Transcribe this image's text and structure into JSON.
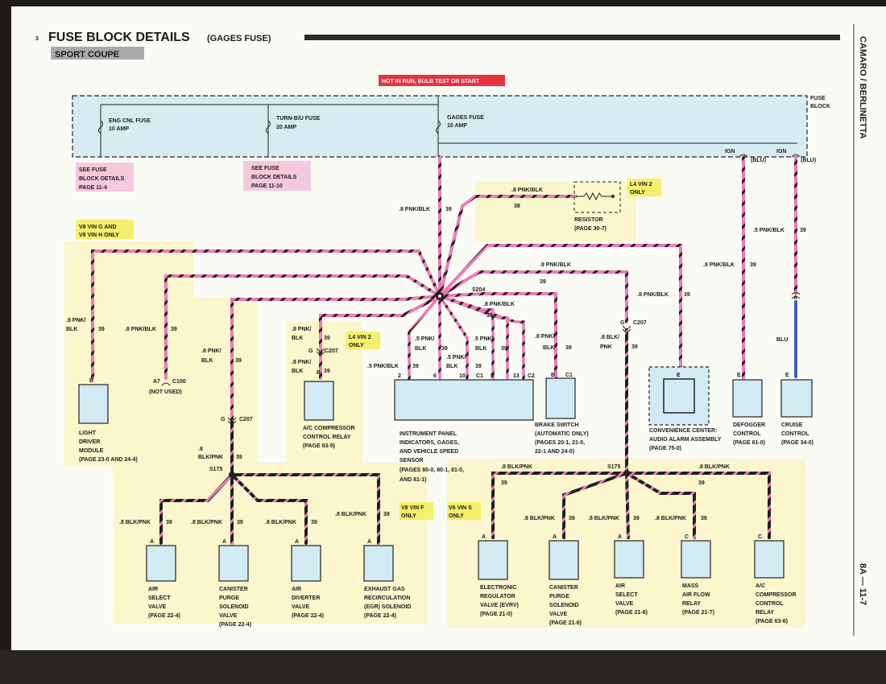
{
  "header": {
    "marker": "3",
    "title": "FUSE BLOCK DETAILS",
    "title_suffix": "(GAGES FUSE)",
    "subtitle": "SPORT COUPE"
  },
  "side": {
    "vehicle": "CAMARO / BERLINETTA",
    "page_number": "8A — 11-7"
  },
  "colors": {
    "pink_wire": "#f07ab8",
    "black_wire": "#222222",
    "blue_wire": "#3a5fc8",
    "fuse_block": "#d6ecf2",
    "component": "#d2eaf4",
    "yellow_zone": "#fbf6cc",
    "pink_note": "#f6c8dc",
    "yellow_note": "#f4f06a",
    "hot_label": "#e8323e"
  },
  "diagram": {
    "hot_label": "HOT IN RUN, BULB TEST OR START",
    "fuse_block_label": [
      "FUSE",
      "BLOCK"
    ],
    "fuses": [
      {
        "name": "ENG CNL FUSE",
        "rating": "10 AMP"
      },
      {
        "name": "TURN-B/U FUSE",
        "rating": "20 AMP"
      },
      {
        "name": "GAGES FUSE",
        "rating": "10 AMP"
      }
    ],
    "see_notes": [
      [
        "SEE FUSE",
        "BLOCK DETAILS",
        "PAGE 11-4"
      ],
      [
        "SEE FUSE",
        "BLOCK DETAILS",
        "PAGE 11-10"
      ]
    ],
    "ign": "IGN",
    "blu_paren": "(BLU)",
    "splices": {
      "s204": "S204",
      "s175": "S175"
    },
    "connectors": {
      "c207": "C207",
      "c100": "C100",
      "c1": "C1",
      "c2": "C2",
      "a7": "A7",
      "not_used": "(NOT USED)"
    },
    "option_labels": {
      "l4_top": [
        "L4 VIN 2",
        "ONLY"
      ],
      "v8_gh": [
        "V8 VIN G AND",
        "V8 VIN H ONLY"
      ],
      "l4_mid": [
        "L4 VIN 2",
        "ONLY"
      ],
      "v8_f": [
        "V8 VIN F",
        "ONLY"
      ],
      "v6_s": [
        "V6 VIN S",
        "ONLY"
      ]
    },
    "wires": {
      "pnk_blk": ".8 PNK/BLK",
      "pnk_blk_a": ".8 PNK/",
      "pnk_blk_b": "BLK",
      "blk_pnk": ".8 BLK/PNK",
      "blk_pnk_a": ".8 BLK/",
      "blk_pnk_b": "PNK",
      "pnk_blk_5": ".5 PNK/BLK",
      "pnk_5_a": ".5 PNK/",
      "blu": "BLU",
      "circuit": "39",
      "circuit38": "38",
      "dot8": ".8",
      "blk_pnk_split": "BLK/PNK"
    },
    "pins": {
      "a": "A",
      "b": "B",
      "c": "C",
      "e": "E",
      "g": "G",
      "n2": "2",
      "n6": "6",
      "n10": "10",
      "n5": "5",
      "n13": "13"
    },
    "components": {
      "resistor": [
        "RESISTOR",
        "(PAGE 30-7)"
      ],
      "light_driver": [
        "LIGHT",
        "DRIVER",
        "MODULE",
        "(PAGE 23-0 AND 24-4)"
      ],
      "ac_relay_top": [
        "A/C COMPRESSOR",
        "CONTROL RELAY",
        "(PAGE 63-5)"
      ],
      "instrument_panel": [
        "INSTRUMENT PANEL",
        "INDICATORS, GAGES,",
        "AND VEHICLE SPEED",
        "SENSOR",
        "(PAGES 80-0, 80-1, 81-0,",
        "AND 81-1)"
      ],
      "brake_switch": [
        "BRAKE SWITCH",
        "(AUTOMATIC ONLY)",
        "(PAGES 20-1, 21-0,",
        "22-1 AND 24-0)"
      ],
      "convenience": [
        "CONVENIENCE CENTER:",
        "AUDIO ALARM ASSEMBLY",
        "(PAGE 75-0)"
      ],
      "defogger": [
        "DEFOGGER",
        "CONTROL",
        "(PAGE 61-0)"
      ],
      "cruise": [
        "CRUISE",
        "CONTROL",
        "(PAGE 34-0)"
      ],
      "air_select_l": [
        "AIR",
        "SELECT",
        "VALVE",
        "(PAGE 22-4)"
      ],
      "canister_l": [
        "CANISTER",
        "PURGE",
        "SOLENOID",
        "VALVE",
        "(PAGE 22-4)"
      ],
      "air_diverter": [
        "AIR",
        "DIVERTER",
        "VALVE",
        "(PAGE 22-4)"
      ],
      "egr": [
        "EXHAUST GAS",
        "RECIRCULATION",
        "(EGR) SOLENOID",
        "(PAGE 22-4)"
      ],
      "evrv": [
        "ELECTRONIC",
        "REGULATOR",
        "VALVE (EVRV)",
        "(PAGE  21-0)"
      ],
      "canister_r": [
        "CANISTER",
        "PURGE",
        "SOLENOID",
        "VALVE",
        "(PAGE 21-6)"
      ],
      "air_select_r": [
        "AIR",
        "SELECT",
        "VALVE",
        "(PAGE 21-6)"
      ],
      "maf_relay": [
        "MASS",
        "AIR FLOW",
        "RELAY",
        "(PAGE 21-7)"
      ],
      "ac_relay_bottom": [
        "A/C",
        "COMPRESSOR",
        "CONTROL",
        "RELAY",
        "(PAGE 63-6)"
      ]
    }
  }
}
